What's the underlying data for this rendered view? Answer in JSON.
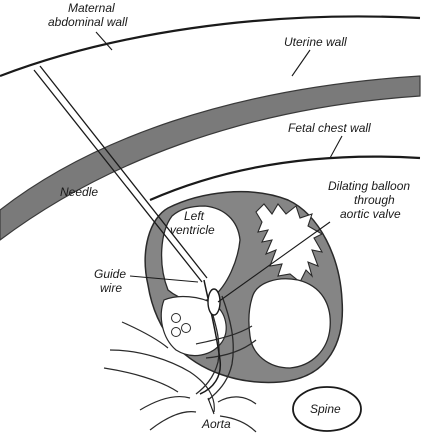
{
  "labels": {
    "maternal_wall_line1": "Maternal",
    "maternal_wall_line2": "abdominal wall",
    "uterine_wall": "Uterine wall",
    "fetal_chest_wall": "Fetal chest wall",
    "needle": "Needle",
    "left_ventricle_line1": "Left",
    "left_ventricle_line2": "ventricle",
    "balloon_line1": "Dilating balloon",
    "balloon_line2": "through",
    "balloon_line3": "aortic valve",
    "guide_wire_line1": "Guide",
    "guide_wire_line2": "wire",
    "spine": "Spine",
    "aorta": "Aorta"
  }
}
